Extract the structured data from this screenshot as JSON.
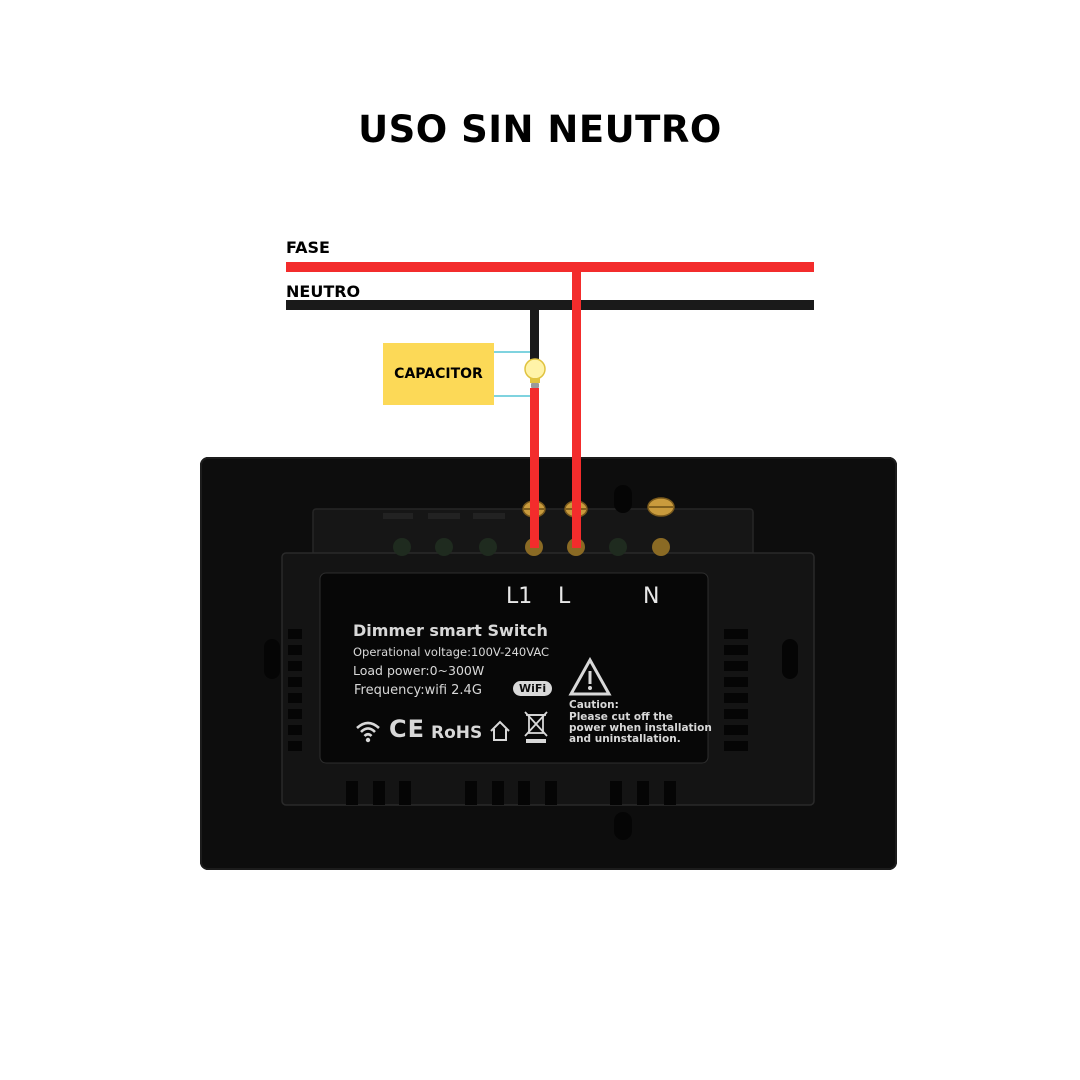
{
  "title": "USO SIN NEUTRO",
  "wires": {
    "fase_label": "FASE",
    "neutro_label": "NEUTRO"
  },
  "capacitor_label": "CAPACITOR",
  "terminals": {
    "l1": "L1",
    "l": "L",
    "n": "N"
  },
  "device_label": {
    "name": "Dimmer smart Switch",
    "voltage": "Operational voltage:100V-240VAC",
    "load": "Load power:0~300W",
    "frequency": "Frequency:wifi 2.4G",
    "wifi_badge": "WiFi",
    "rohs": "RoHS",
    "caution_title": "Caution:",
    "caution_line1": "Please cut off the",
    "caution_line2": "power when installation",
    "caution_line3": "and uninstallation."
  },
  "colors": {
    "phase": "#f32c2c",
    "neutral": "#1a1a1a",
    "capacitor": "#fcd957",
    "cap_lead": "#7fd3df",
    "device": "#0d0d0d"
  },
  "icons": [
    "bulb-icon",
    "wifi-icon",
    "ce-mark-icon",
    "house-icon",
    "weee-bin-icon",
    "warning-icon"
  ]
}
